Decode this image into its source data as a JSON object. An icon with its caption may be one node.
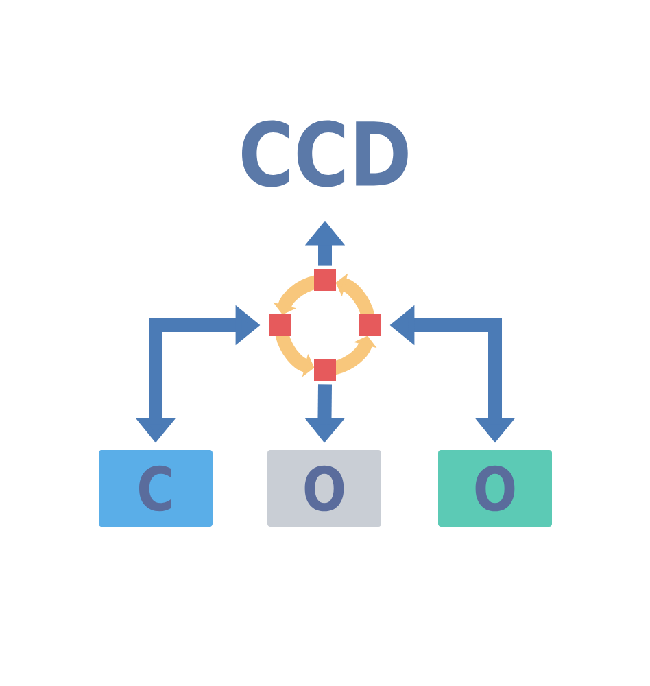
{
  "diagram": {
    "title": "CCD",
    "nodes": [
      {
        "text": [],
        "shape": "picture"
      },
      {
        "text": [
          "C"
        ]
      },
      {
        "text": [
          "O"
        ]
      },
      {
        "text": [
          "O"
        ]
      }
    ],
    "edges": [
      {
        "from": 0,
        "to": null,
        "arrow": "to"
      },
      {
        "from": 1,
        "to": 0,
        "arrow": "both"
      },
      {
        "from": 0,
        "to": 2,
        "arrow": "to"
      },
      {
        "from": 3,
        "to": 0,
        "arrow": "both"
      }
    ]
  }
}
